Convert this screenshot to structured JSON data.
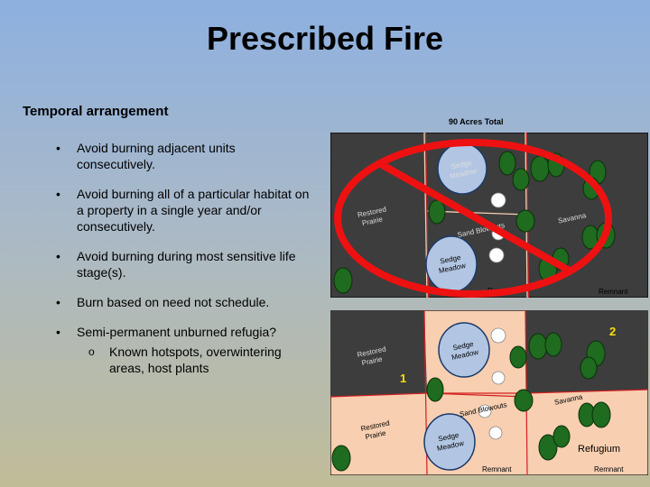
{
  "slide": {
    "title": "Prescribed Fire",
    "subtitle": "Temporal arrangement",
    "bullets": [
      "Avoid burning adjacent units consecutively.",
      "Avoid burning all of a particular habitat on a property in a single year and/or consecutively.",
      "Avoid burning during most sensitive life stage(s).",
      "Burn based on need not schedule.",
      "Semi-permanent unburned refugia?"
    ],
    "sub_bullet": "Known hotspots, overwintering areas, host plants"
  },
  "map_top": {
    "title": "90 Acres Total",
    "labels": {
      "restored_prairie": [
        "Restored",
        "Prairie"
      ],
      "sedge_meadow": [
        "Sedge",
        "Meadow"
      ],
      "sand_blowouts": "Sand Blowouts",
      "savanna": "Savanna",
      "remnant": "Remnant"
    },
    "prohibited_icon": "no-symbol-icon"
  },
  "map_bottom": {
    "labels": {
      "restored_prairie": [
        "Restored",
        "Prairie"
      ],
      "sedge_meadow": [
        "Sedge",
        "Meadow"
      ],
      "sand_blowouts": "Sand Blowouts",
      "savanna": "Savanna",
      "remnant": "Remnant",
      "refugium": "Refugium"
    },
    "unit_numbers": [
      "1",
      "2"
    ]
  },
  "colors": {
    "burned": "#3d3d3d",
    "unburned": "#f8cfb1",
    "meadow": "#b2c6e3",
    "tree": "#1f6b1f",
    "boundary": "#d22020",
    "no_sign": "#ee1111",
    "unit_number": "#ffe000"
  }
}
